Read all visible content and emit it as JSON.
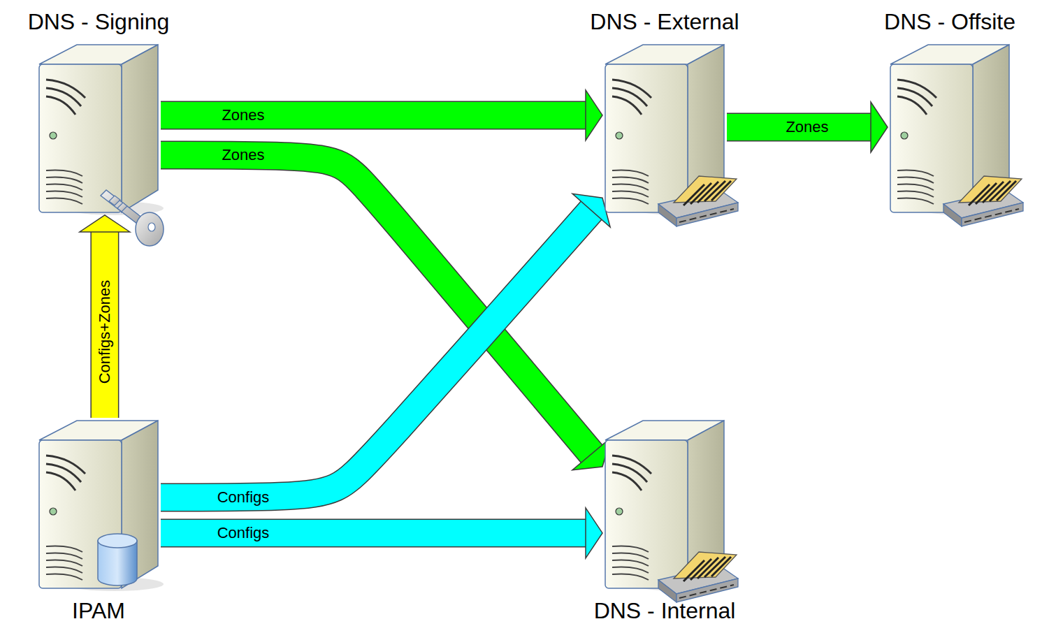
{
  "diagram": {
    "nodes": [
      {
        "text": [
          "DNS - Signing"
        ]
      },
      {
        "text": [
          "DNS - External"
        ]
      },
      {
        "text": [
          "DNS - Offsite"
        ]
      },
      {
        "text": [
          "IPAM"
        ]
      },
      {
        "text": [
          "DNS - Internal"
        ]
      }
    ],
    "edges": [
      {
        "from": 0,
        "to": 1,
        "arrow": "to",
        "label": "Zones"
      },
      {
        "from": 0,
        "to": 4,
        "arrow": "to",
        "label": "Zones"
      },
      {
        "from": 1,
        "to": 2,
        "arrow": "to",
        "label": "Zones"
      },
      {
        "from": 3,
        "to": 0,
        "arrow": "to",
        "label": "Configs+Zones"
      },
      {
        "from": 3,
        "to": 1,
        "arrow": "to",
        "label": "Configs"
      },
      {
        "from": 3,
        "to": 4,
        "arrow": "to",
        "label": "Configs"
      }
    ]
  }
}
